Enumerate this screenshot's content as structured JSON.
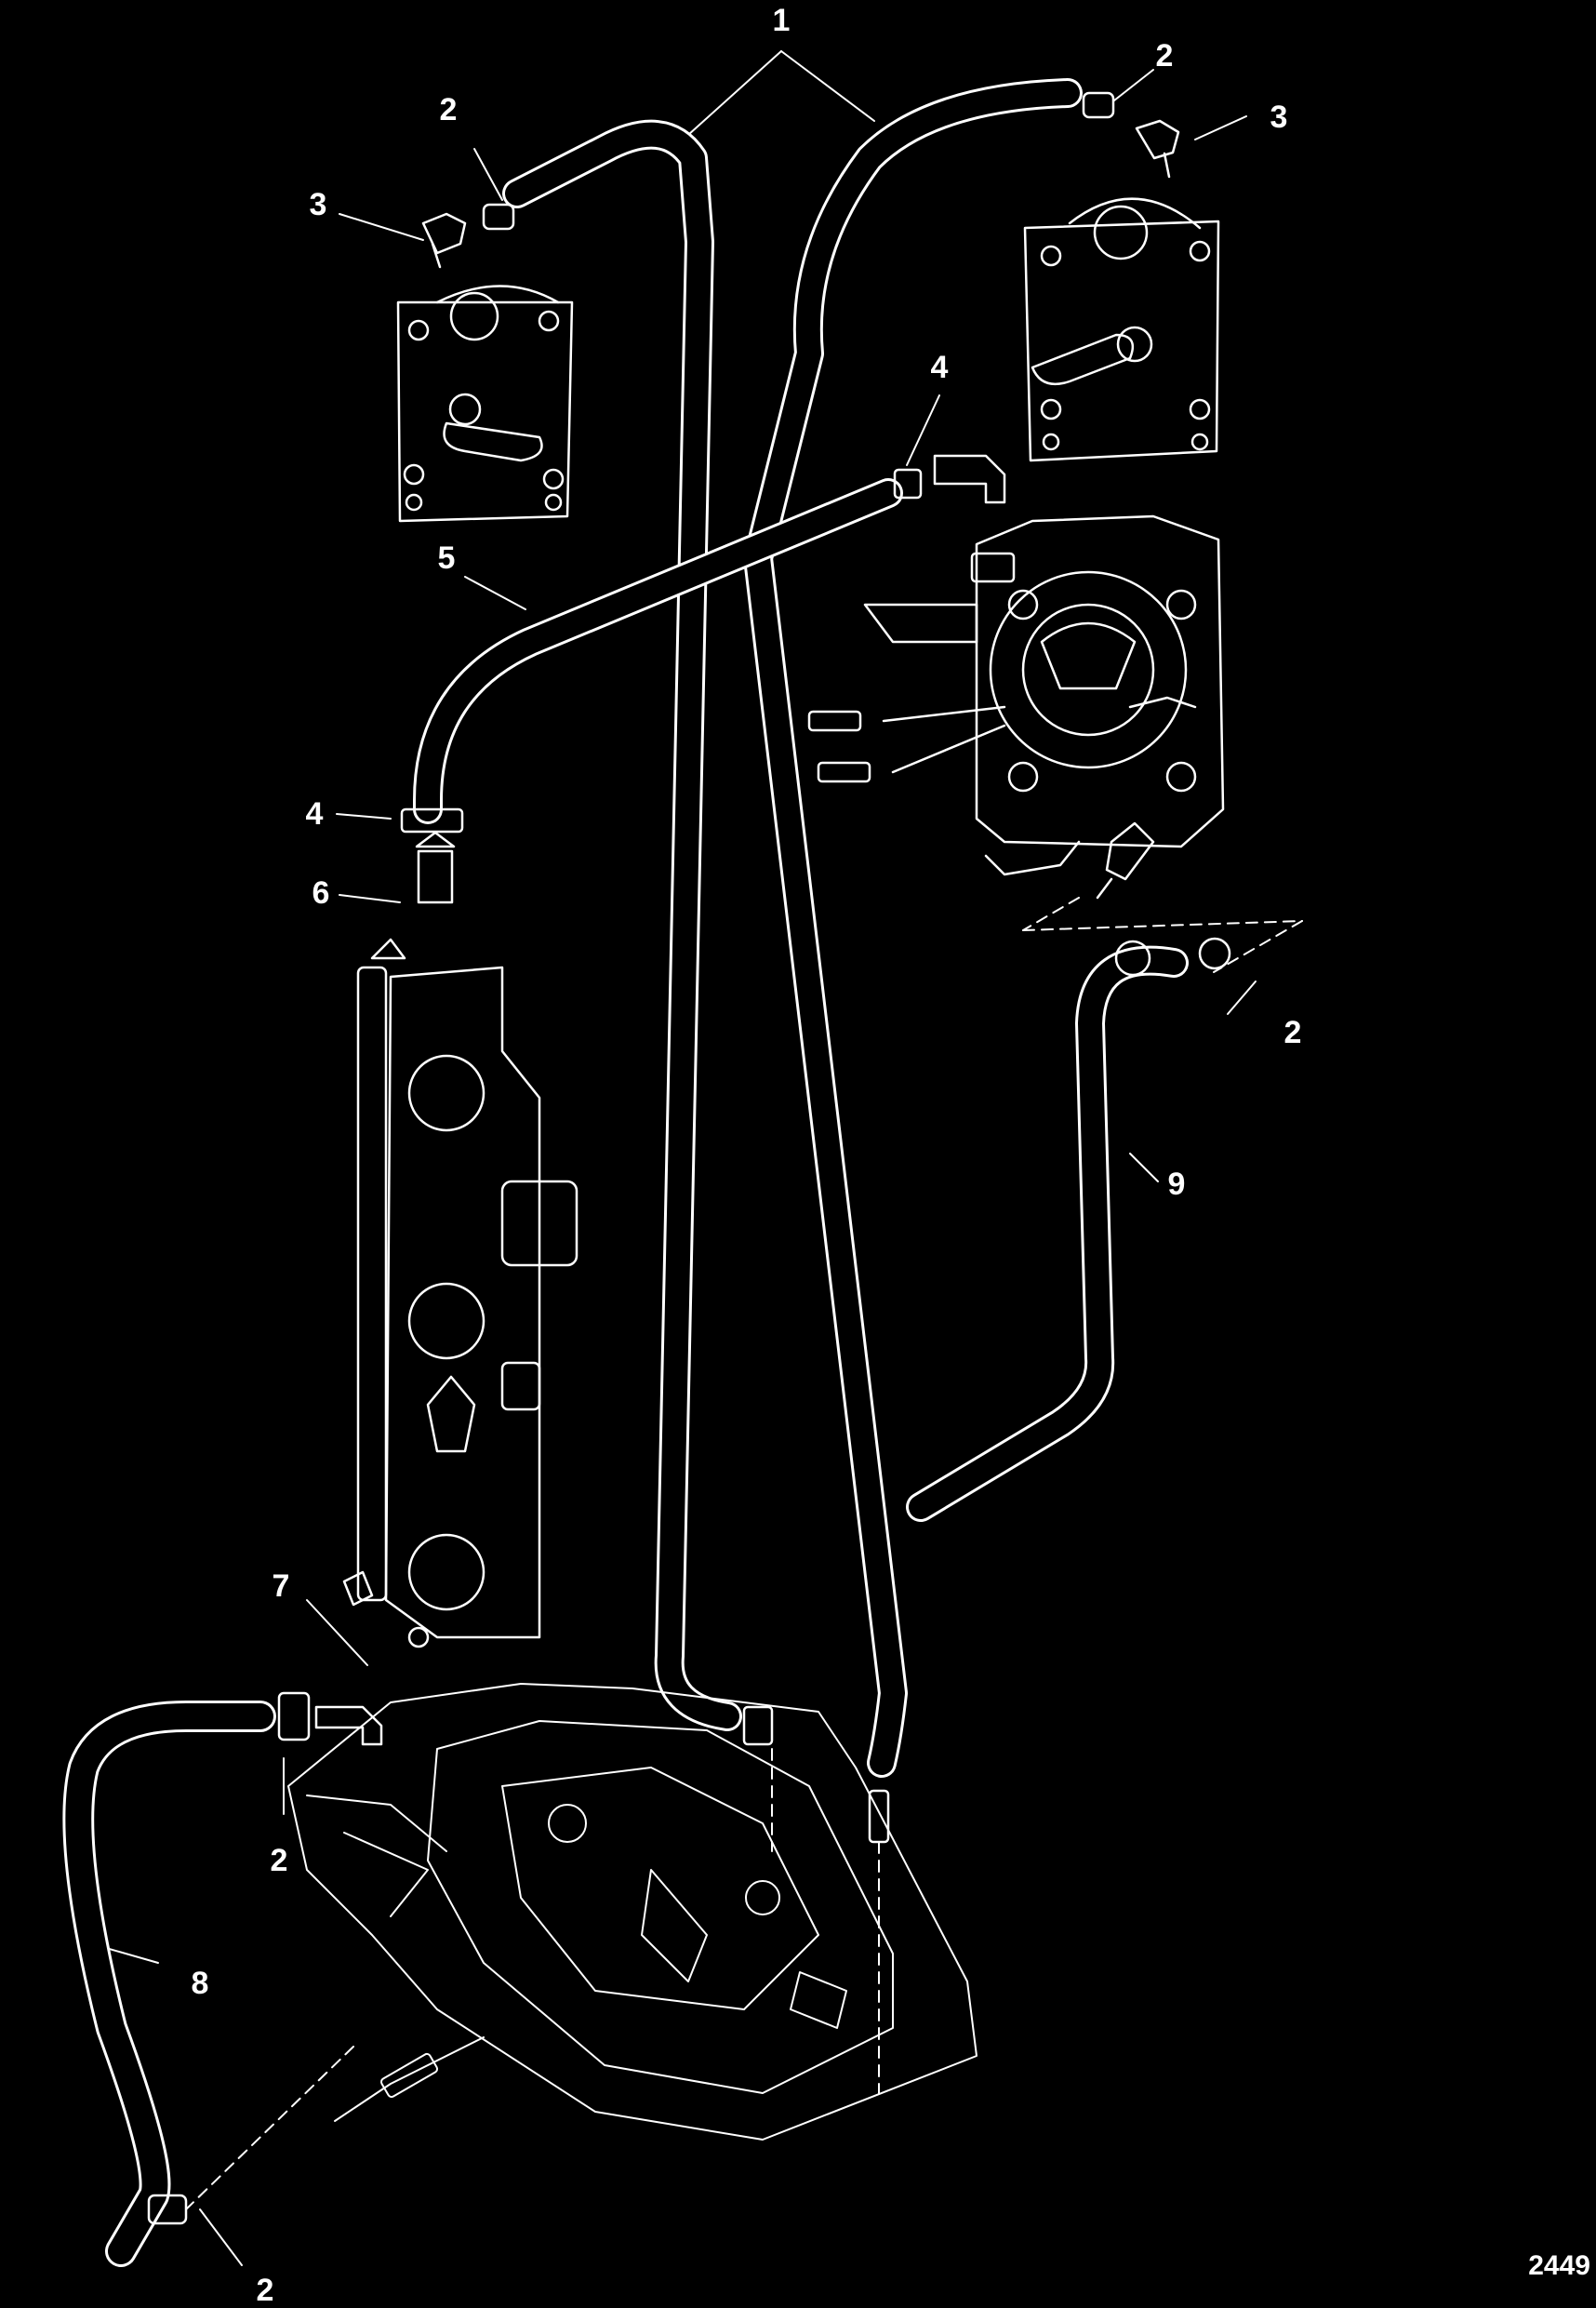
{
  "callouts": {
    "c1": "1",
    "c2a": "2",
    "c2b": "2",
    "c2c": "2",
    "c2d": "2",
    "c2e": "2",
    "c3a": "3",
    "c3b": "3",
    "c4a": "4",
    "c4b": "4",
    "c5": "5",
    "c6": "6",
    "c7": "7",
    "c8": "8",
    "c9": "9"
  },
  "figure_id": "2449",
  "colors": {
    "background": "#000000",
    "linework": "#ffffff"
  }
}
